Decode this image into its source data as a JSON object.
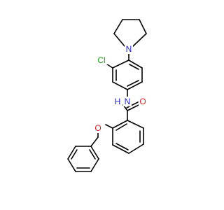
{
  "molecule": {
    "atoms": {
      "cl": {
        "text": "Cl",
        "color": "#1a9c1a"
      },
      "n_ring": {
        "text": "N",
        "color": "#2020e0"
      },
      "nh": {
        "text": "N",
        "color": "#2020e0"
      },
      "h": {
        "text": "H",
        "color": "#2020e0"
      },
      "o_carbonyl": {
        "text": "O",
        "color": "#e02020"
      },
      "o_ether": {
        "text": "O",
        "color": "#e02020"
      }
    }
  }
}
